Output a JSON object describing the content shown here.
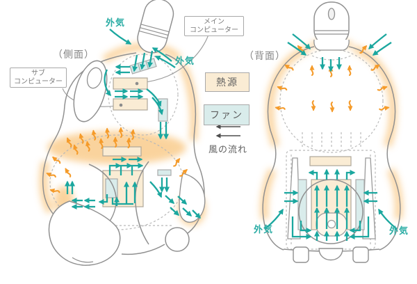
{
  "colors": {
    "teal": "#1ba79f",
    "orange": "#f59b2a",
    "heat_fill": "#faecd4",
    "fan_fill": "#d9eceb",
    "outline": "#9a9a9a",
    "glow": "#f6a93e"
  },
  "side_view": {
    "caption": "（側面）"
  },
  "back_view": {
    "caption": "（背面）"
  },
  "callouts": {
    "main_computer_line1": "メイン",
    "main_computer_line2": "コンピューター",
    "sub_computer_line1": "サブ",
    "sub_computer_line2": "コンピューター"
  },
  "air": {
    "label": "外気"
  },
  "legend": {
    "heat_source": "熱源",
    "fan": "ファン",
    "airflow": "風の流れ"
  }
}
